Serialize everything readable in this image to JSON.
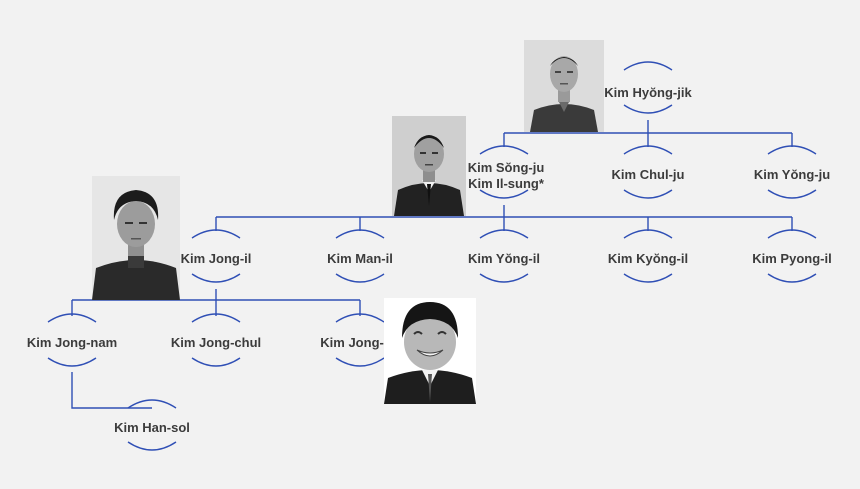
{
  "title": "",
  "colors": {
    "background": "#f2f2f2",
    "connector": "#2f4fb5",
    "text": "#3c3c3c"
  },
  "people": {
    "hyong_jik": "Kim Hyŏng-jik",
    "song_ju": "Kim Sŏng-ju",
    "il_sung": "Kim Il-sung*",
    "chul_ju": "Kim Chul-ju",
    "yong_ju": "Kim Yŏng-ju",
    "jong_il": "Kim Jong-il",
    "man_il": "Kim Man-il",
    "yong_il": "Kim Yŏng-il",
    "kyong_il": "Kim Kyŏng-il",
    "pyong_il": "Kim Pyong-il",
    "jong_nam": "Kim Jong-nam",
    "jong_chul": "Kim Jong-chul",
    "jong_un": "Kim Jong-un",
    "han_sol": "Kim Han-sol"
  },
  "portraits": {
    "hyong_jik_photo": "portrait-photo",
    "il_sung_photo": "portrait-photo",
    "jong_il_photo": "portrait-photo",
    "jong_un_photo": "portrait-photo"
  }
}
